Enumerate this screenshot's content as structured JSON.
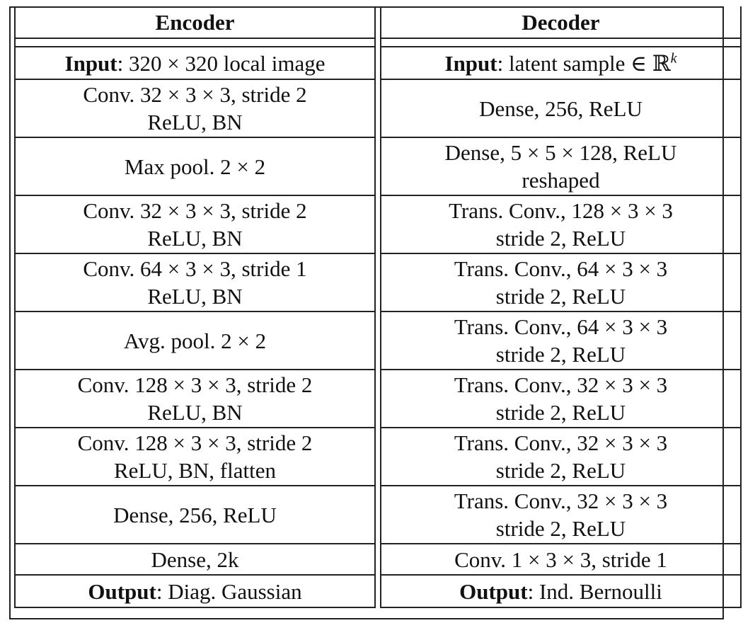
{
  "table": {
    "headers": {
      "encoder": "Encoder",
      "decoder": "Decoder"
    },
    "input_row": {
      "encoder": {
        "label": "Input",
        "text": ": 320 × 320 local image"
      },
      "decoder": {
        "label": "Input",
        "text": ": latent sample ∈ ℝ",
        "sup": "k"
      }
    },
    "rows": [
      {
        "encoder": [
          "Conv. 32 × 3 × 3, stride 2",
          "ReLU, BN"
        ],
        "decoder": [
          "Dense, 256, ReLU"
        ]
      },
      {
        "encoder": [
          "Max pool. 2 × 2"
        ],
        "decoder": [
          "Dense, 5 × 5 × 128, ReLU",
          "reshaped"
        ]
      },
      {
        "encoder": [
          "Conv. 32 × 3 × 3, stride 2",
          "ReLU, BN"
        ],
        "decoder": [
          "Trans. Conv., 128 × 3 × 3",
          "stride 2, ReLU"
        ]
      },
      {
        "encoder": [
          "Conv. 64 × 3 × 3, stride 1",
          "ReLU, BN"
        ],
        "decoder": [
          "Trans. Conv., 64 × 3 × 3",
          "stride 2, ReLU"
        ]
      },
      {
        "encoder": [
          "Avg. pool. 2 × 2"
        ],
        "decoder": [
          "Trans. Conv., 64 × 3 × 3",
          "stride 2, ReLU"
        ]
      },
      {
        "encoder": [
          "Conv. 128 × 3 × 3, stride 2",
          "ReLU, BN"
        ],
        "decoder": [
          "Trans. Conv., 32 × 3 × 3",
          "stride 2, ReLU"
        ]
      },
      {
        "encoder": [
          "Conv. 128 × 3 × 3, stride 2",
          "ReLU, BN, flatten"
        ],
        "decoder": [
          "Trans. Conv., 32 × 3 × 3",
          "stride 2, ReLU"
        ]
      },
      {
        "encoder": [
          "Dense, 256, ReLU"
        ],
        "decoder": [
          "Trans. Conv., 32 × 3 × 3",
          "stride 2, ReLU"
        ]
      },
      {
        "encoder": [
          "Dense, 2k"
        ],
        "decoder": [
          "Conv. 1 × 3 × 3, stride 1"
        ]
      }
    ],
    "output_row": {
      "encoder": {
        "label": "Output",
        "text": ": Diag. Gaussian"
      },
      "decoder": {
        "label": "Output",
        "text": ": Ind. Bernoulli"
      }
    }
  }
}
